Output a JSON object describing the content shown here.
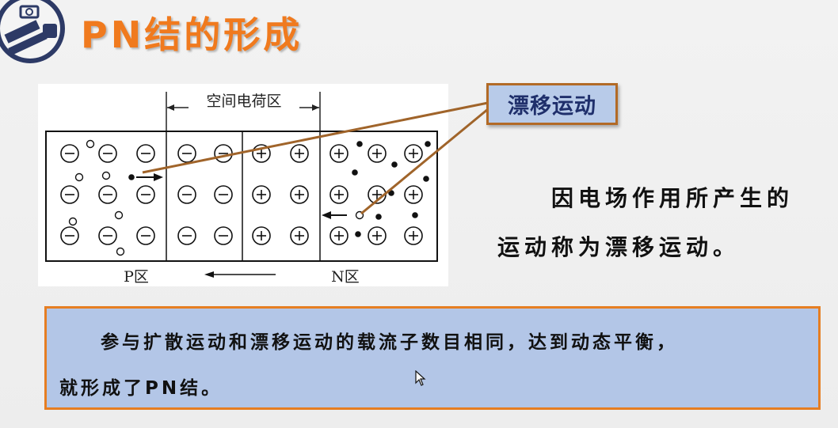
{
  "slide": {
    "title": "PN结的形成"
  },
  "figure": {
    "region_label": "空间电荷区",
    "p_label": "P区",
    "n_label": "N区",
    "neg_symbol": "⊖",
    "pos_symbol": "⊕"
  },
  "callout": {
    "text": "漂移运动"
  },
  "description": {
    "line1": "因电场作用所产生的",
    "line2": "运动称为漂移运动。"
  },
  "summary": {
    "line1": "参与扩散运动和漂移运动的载流子数目相同，达到动态平衡，",
    "line2": "就形成了PN结。"
  },
  "colors": {
    "title": "#f07a1e",
    "callout_fill": "#b8cbe9",
    "callout_border": "#b26a26",
    "summary_fill": "#b3c6e7",
    "summary_border": "#e67e22",
    "pointer_line": "#a0642a"
  }
}
